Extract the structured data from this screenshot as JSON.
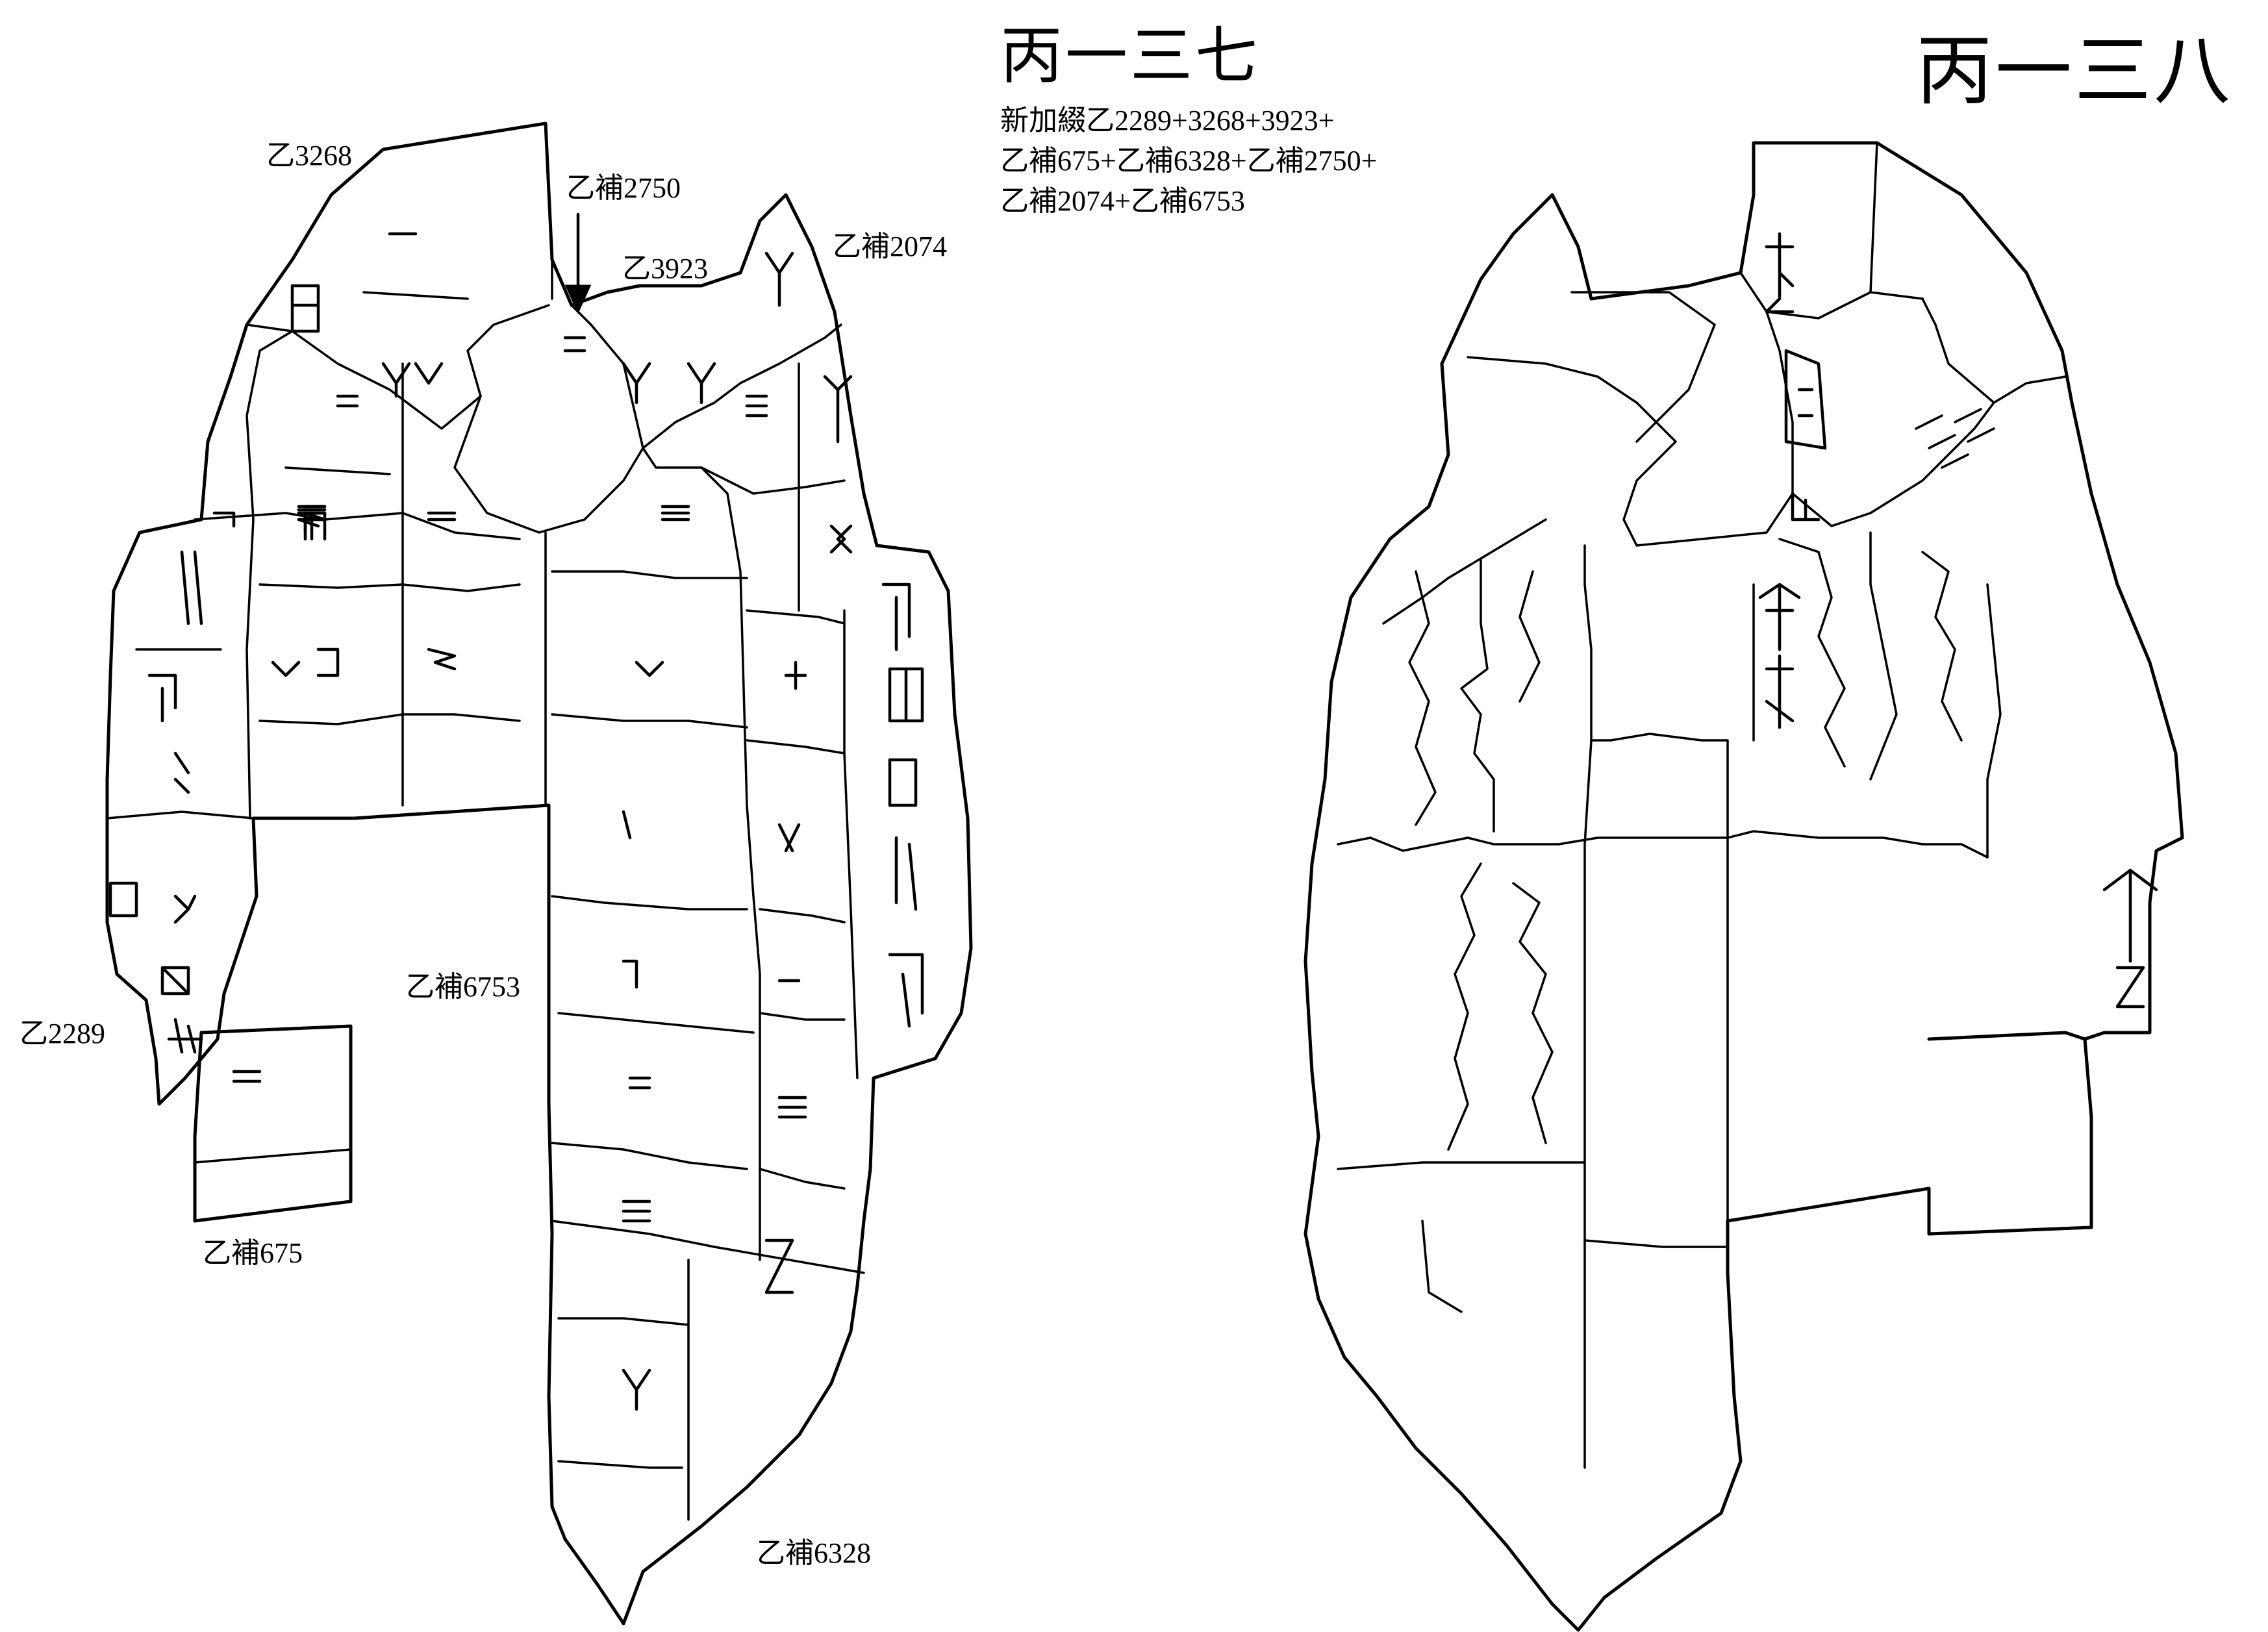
{
  "left_plate": {
    "number": "丙一三七",
    "join_lines": [
      "新加綴乙2289+3268+3923+",
      "乙補675+乙補6328+乙補2750+",
      "乙補2074+乙補6753"
    ],
    "fragment_labels": {
      "y3268": "乙3268",
      "yb2750": "乙補2750",
      "y3923": "乙3923",
      "yb2074": "乙補2074",
      "y2289": "乙2289",
      "yb6753": "乙補6753",
      "yb675": "乙補675",
      "yb6328": "乙補6328"
    }
  },
  "right_plate": {
    "number": "丙一三八"
  },
  "icons": {
    "arrow": "down-arrow-icon",
    "left_drawing": "oracle-bone-plastron-front-drawing",
    "right_drawing": "oracle-bone-plastron-back-drawing"
  },
  "colors": {
    "ink": "#000000",
    "paper": "#ffffff"
  }
}
